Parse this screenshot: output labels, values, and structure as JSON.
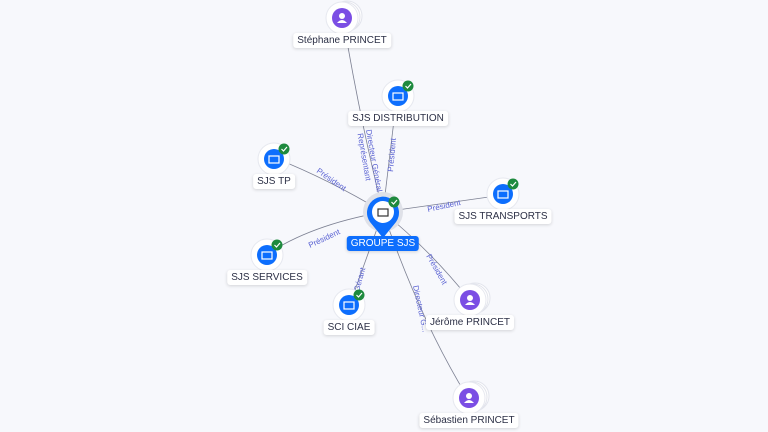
{
  "center": {
    "label": "GROUPE SJS",
    "type": "company"
  },
  "nodes": [
    {
      "label": "Stéphane PRINCET",
      "type": "person",
      "edge": "Directeur Général Représentant"
    },
    {
      "label": "SJS DISTRIBUTION",
      "type": "company",
      "edge": "Président"
    },
    {
      "label": "SJS TP",
      "type": "company",
      "edge": "Président"
    },
    {
      "label": "SJS TRANSPORTS",
      "type": "company",
      "edge": "Président"
    },
    {
      "label": "SJS SERVICES",
      "type": "company",
      "edge": "Président"
    },
    {
      "label": "SCI CIAE",
      "type": "company",
      "edge": "Gérant"
    },
    {
      "label": "Jérôme PRINCET",
      "type": "person",
      "edge": "Président"
    },
    {
      "label": "Sébastien PRINCET",
      "type": "person",
      "edge": "Directeur G..."
    }
  ],
  "colors": {
    "company": "#0d6efd",
    "person": "#7b4ee4",
    "check": "#1e8a3e",
    "edge_label": "#5b63d3"
  }
}
